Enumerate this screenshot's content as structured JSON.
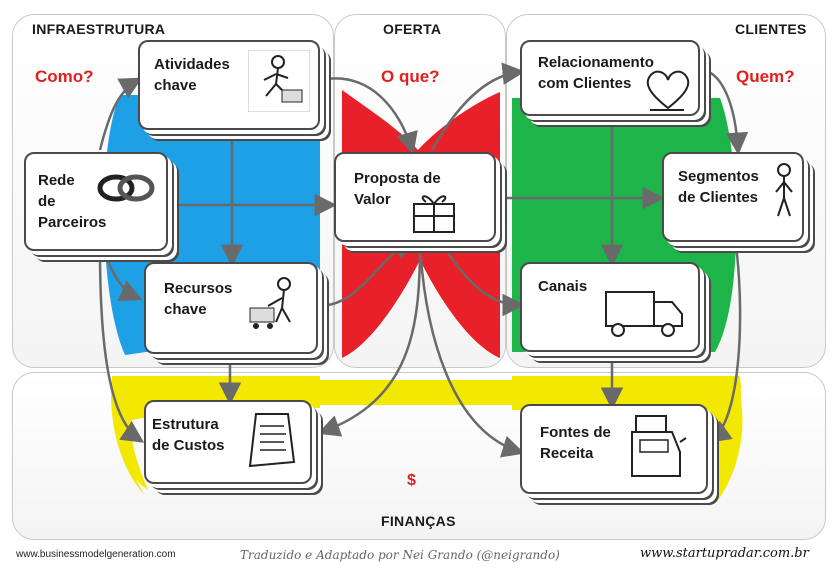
{
  "areas": {
    "infraestrutura": "INFRAESTRUTURA",
    "oferta": "OFERTA",
    "clientes": "CLIENTES",
    "financas": "FINANÇAS"
  },
  "questions": {
    "como": "Como?",
    "o_que": "O que?",
    "quem": "Quem?"
  },
  "blocks": {
    "atividades_chave": "Atividades\nchave",
    "rede_de_parceiros": "Rede\nde\nParceiros",
    "recursos_chave": "Recursos\nchave",
    "proposta_de_valor": "Proposta de\nValor",
    "relacionamento": "Relacionamento\ncom Clientes",
    "segmentos": "Segmentos\nde Clientes",
    "canais": "Canais",
    "estrutura_de_custos": "Estrutura\nde Custos",
    "fontes_de_receita": "Fontes de\nReceita"
  },
  "symbols": {
    "dollar": "$"
  },
  "footer": {
    "source": "www.businessmodelgeneration.com",
    "credit": "Traduzido e Adaptado por Nei Grando (@neigrando)",
    "site": "www.startupradar.com.br"
  },
  "colors": {
    "blue": "#1ea0e6",
    "red": "#e8202a",
    "green": "#1db44a",
    "yellow": "#f2e800",
    "question_red": "#e02020"
  },
  "icons": [
    "worker-icon",
    "rings-icon",
    "worker-cart-icon",
    "gift-icon",
    "heart-icon",
    "person-icon",
    "truck-icon",
    "invoice-icon",
    "cash-register-icon"
  ]
}
